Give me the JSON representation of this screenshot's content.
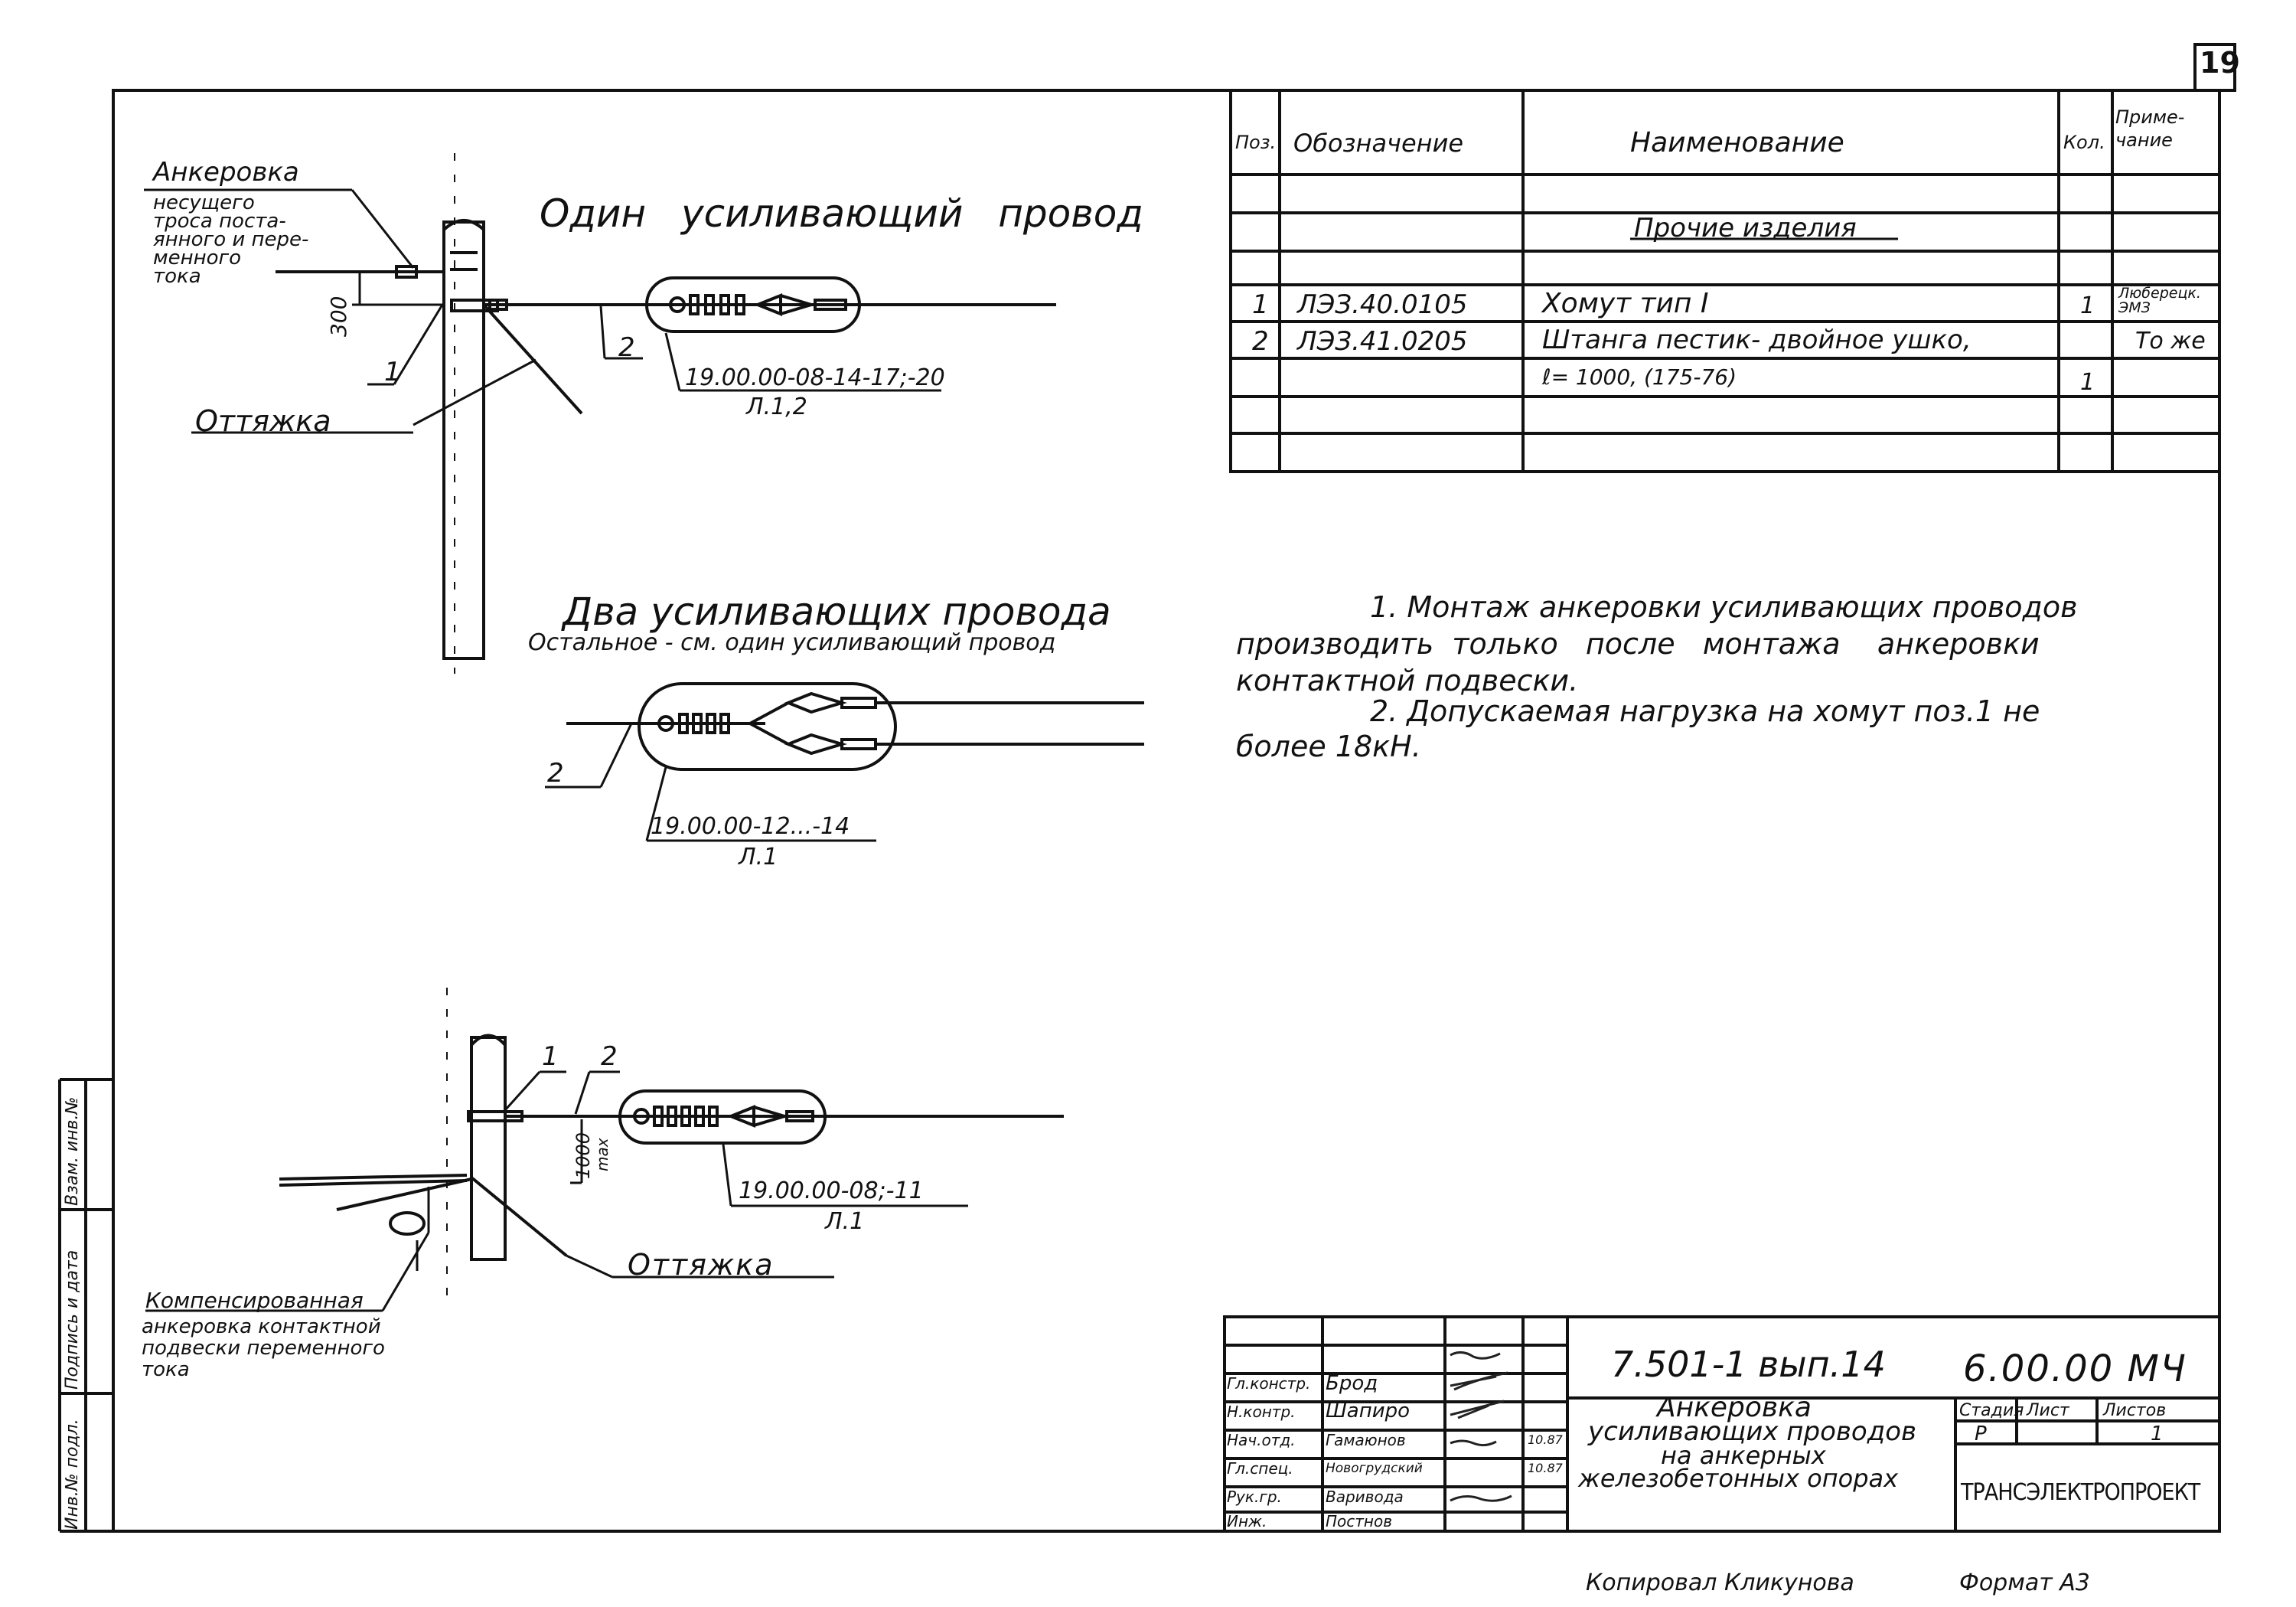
{
  "page_number": "19",
  "drawing": {
    "title1": "Один   усиливающий провод",
    "title2": "Два усиливающих провода",
    "subtitle2": "Остальное - см. один усиливающий провод",
    "anchor_label": "Анкеровка",
    "anchor_desc": [
      "несущего",
      "троса поста-",
      "янного и пере-",
      "менного",
      "тока"
    ],
    "dim_300": "300",
    "otyazhka1": "Оттяжка",
    "otyazhka2": "Оттяжка",
    "pos1": "1",
    "pos2": "2",
    "pos2b": "2",
    "pos1c": "1",
    "pos2c": "2",
    "ref1_top": "19.00.00-08-14-17;-20",
    "ref1_bottom": "Л.1,2",
    "ref2_top": "19.00.00-12...-14",
    "ref2_bottom": "Л.1",
    "ref3_top": "19.00.00-08;-11",
    "ref3_bottom": "Л.1",
    "dim_1000": "1000",
    "dim_max": "max",
    "comp_title": "Компенсированная",
    "comp_desc": [
      "анкеровка контактной",
      "подвески переменного",
      "тока"
    ]
  },
  "spec_table": {
    "headers": {
      "pos": "Поз.",
      "designation": "Обозначение",
      "name": "Наименование",
      "qty": "Кол.",
      "note": "Приме-чание"
    },
    "section": "Прочие изделия",
    "rows": [
      {
        "pos": "1",
        "designation": "ЛЭЗ.40.0105",
        "name": "Хомут тип I",
        "qty": "1",
        "note": "Люберецк. ЭМЗ"
      },
      {
        "pos": "2",
        "designation": "ЛЭЗ.41.0205",
        "name": "Штанга пестик- двойное ушко,",
        "qty": "",
        "note": "То же"
      },
      {
        "pos": "",
        "designation": "",
        "name": "ℓ= 1000, (175-76)",
        "qty": "1",
        "note": ""
      }
    ]
  },
  "notes": {
    "n1_line1": "1. Монтаж  анкеровки  усиливающих проводов",
    "n1_line2": "производить  только   после   монтажа    анкеровки",
    "n1_line3": "контактной подвески.",
    "n2_line1": "2. Допускаемая нагрузка  на хомут  поз.1 не",
    "n2_line2": "более 18кН."
  },
  "side_stamp": [
    "Инв.№ подл.",
    "Подпись и дата",
    "Взам. инв.№"
  ],
  "title_block": {
    "code": "7.501-1 вып.14",
    "doc_number": "6.00.00 МЧ",
    "title_lines": [
      "Анкеровка",
      "усиливающих проводов",
      "на анкерных",
      "железобетонных опорах"
    ],
    "stage_header": "Стадия",
    "sheet_header": "Лист",
    "sheets_header": "Листов",
    "stage": "Р",
    "sheets": "1",
    "org": "ТРАНСЭЛЕКТРОПРОЕКТ",
    "staff": [
      {
        "role": "Гл.констр.",
        "name": "Брод",
        "date": ""
      },
      {
        "role": "Н.контр.",
        "name": "Шапиро",
        "date": ""
      },
      {
        "role": "Нач.отд.",
        "name": "Гамаюнов",
        "date": "10.87"
      },
      {
        "role": "Гл.спец.",
        "name": "Новогрудский",
        "date": "10.87"
      },
      {
        "role": "Рук.гр.",
        "name": "Варивода",
        "date": ""
      },
      {
        "role": "Инж.",
        "name": "Постнов",
        "date": ""
      }
    ]
  },
  "footer": {
    "copied": "Копировал Кликунова",
    "format": "Формат А3"
  }
}
